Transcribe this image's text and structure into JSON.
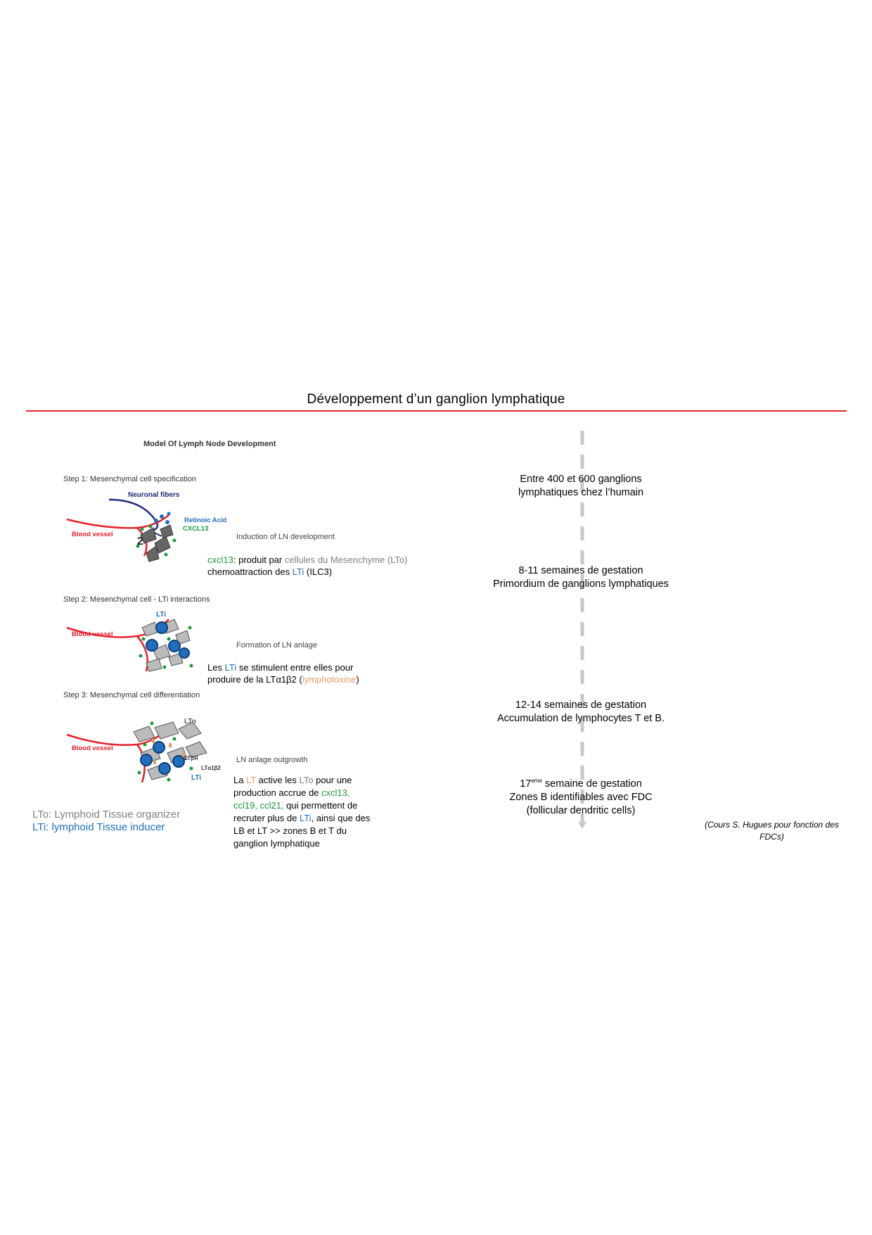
{
  "title": "Développement d’un ganglion lymphatique",
  "figure": {
    "title": "Model Of Lymph Node Development",
    "step1": {
      "label": "Step 1: Mesenchymal cell specification",
      "neuronal": "Neuronal fibers",
      "retinoic": "Retinoic Acid",
      "cxcl13": "CXCL13",
      "blood": "Blood vessel",
      "caption": "Induction of LN development",
      "note": {
        "cxcl13": "cxcl13",
        "t1": ":  produit par ",
        "cells": "cellules du Mesenchyme (LTo)",
        "t2": "chemoattraction des ",
        "lti": "LTi",
        "t3": " (ILC3)"
      }
    },
    "step2": {
      "label": "Step 2: Mesenchymal cell - LTi interactions",
      "lti": "LTi",
      "blood": "Blood vessel",
      "caption": "Formation of LN anlage",
      "note": {
        "t1": "Les ",
        "lti": "LTi",
        "t2": " se stimulent entre elles pour",
        "t3": "produire de la LTα1β2 (",
        "lympho": "lymphotoxine",
        "t4": ")"
      }
    },
    "step3": {
      "label": "Step 3: Mesenchymal cell differentiation",
      "lto": "LTo",
      "ltbr": "LTβR",
      "lta": "LTα1β2",
      "lti": "LTi",
      "blood": "Blood vessel",
      "caption": "LN anlage outgrowth",
      "note": {
        "t1": "La ",
        "lt": "LT",
        "t2": " active les ",
        "lto": "LTo",
        "t3": " pour une",
        "t4": "production accrue de ",
        "cxcl13": "cxcl13,",
        "chem": "ccl19, ccl21,",
        "t5": " qui permettent de",
        "t6": "recruter plus de ",
        "lti": "LTi",
        "t7": ", ainsi que des",
        "t8": "LB et LT >> zones B et T du",
        "t9": "ganglion lymphatique"
      }
    }
  },
  "legend": {
    "lto": "LTo: Lymphoid Tissue organizer",
    "lti": "LTi: lymphoid Tissue inducer"
  },
  "timeline": {
    "e1": {
      "l1": "Entre 400 et 600 ganglions",
      "l2": "lymphatiques chez l’humain"
    },
    "e2": {
      "l1": "8-11 semaines de gestation",
      "l2": "Primordium de ganglions lymphatiques"
    },
    "e3": {
      "l1": "12-14 semaines de gestation",
      "l2": "Accumulation de lymphocytes T et B."
    },
    "e4": {
      "l1a": "17",
      "l1sup": "eme",
      "l1b": " semaine de gestation",
      "l2": "Zones B identifiables avec FDC",
      "l3": "(follicular dendritic cells)"
    },
    "citation": "(Cours S. Hugues pour fonction des FDCs)"
  },
  "colors": {
    "rule": "#e8202a",
    "blood": "#e8202a",
    "neuronal": "#1f2a7a",
    "lti": "#1f6fbf",
    "cxcl13": "#1a9a3c",
    "lymphotoxine": "#e59d6b",
    "dashed_line": "#c8c8c8"
  }
}
